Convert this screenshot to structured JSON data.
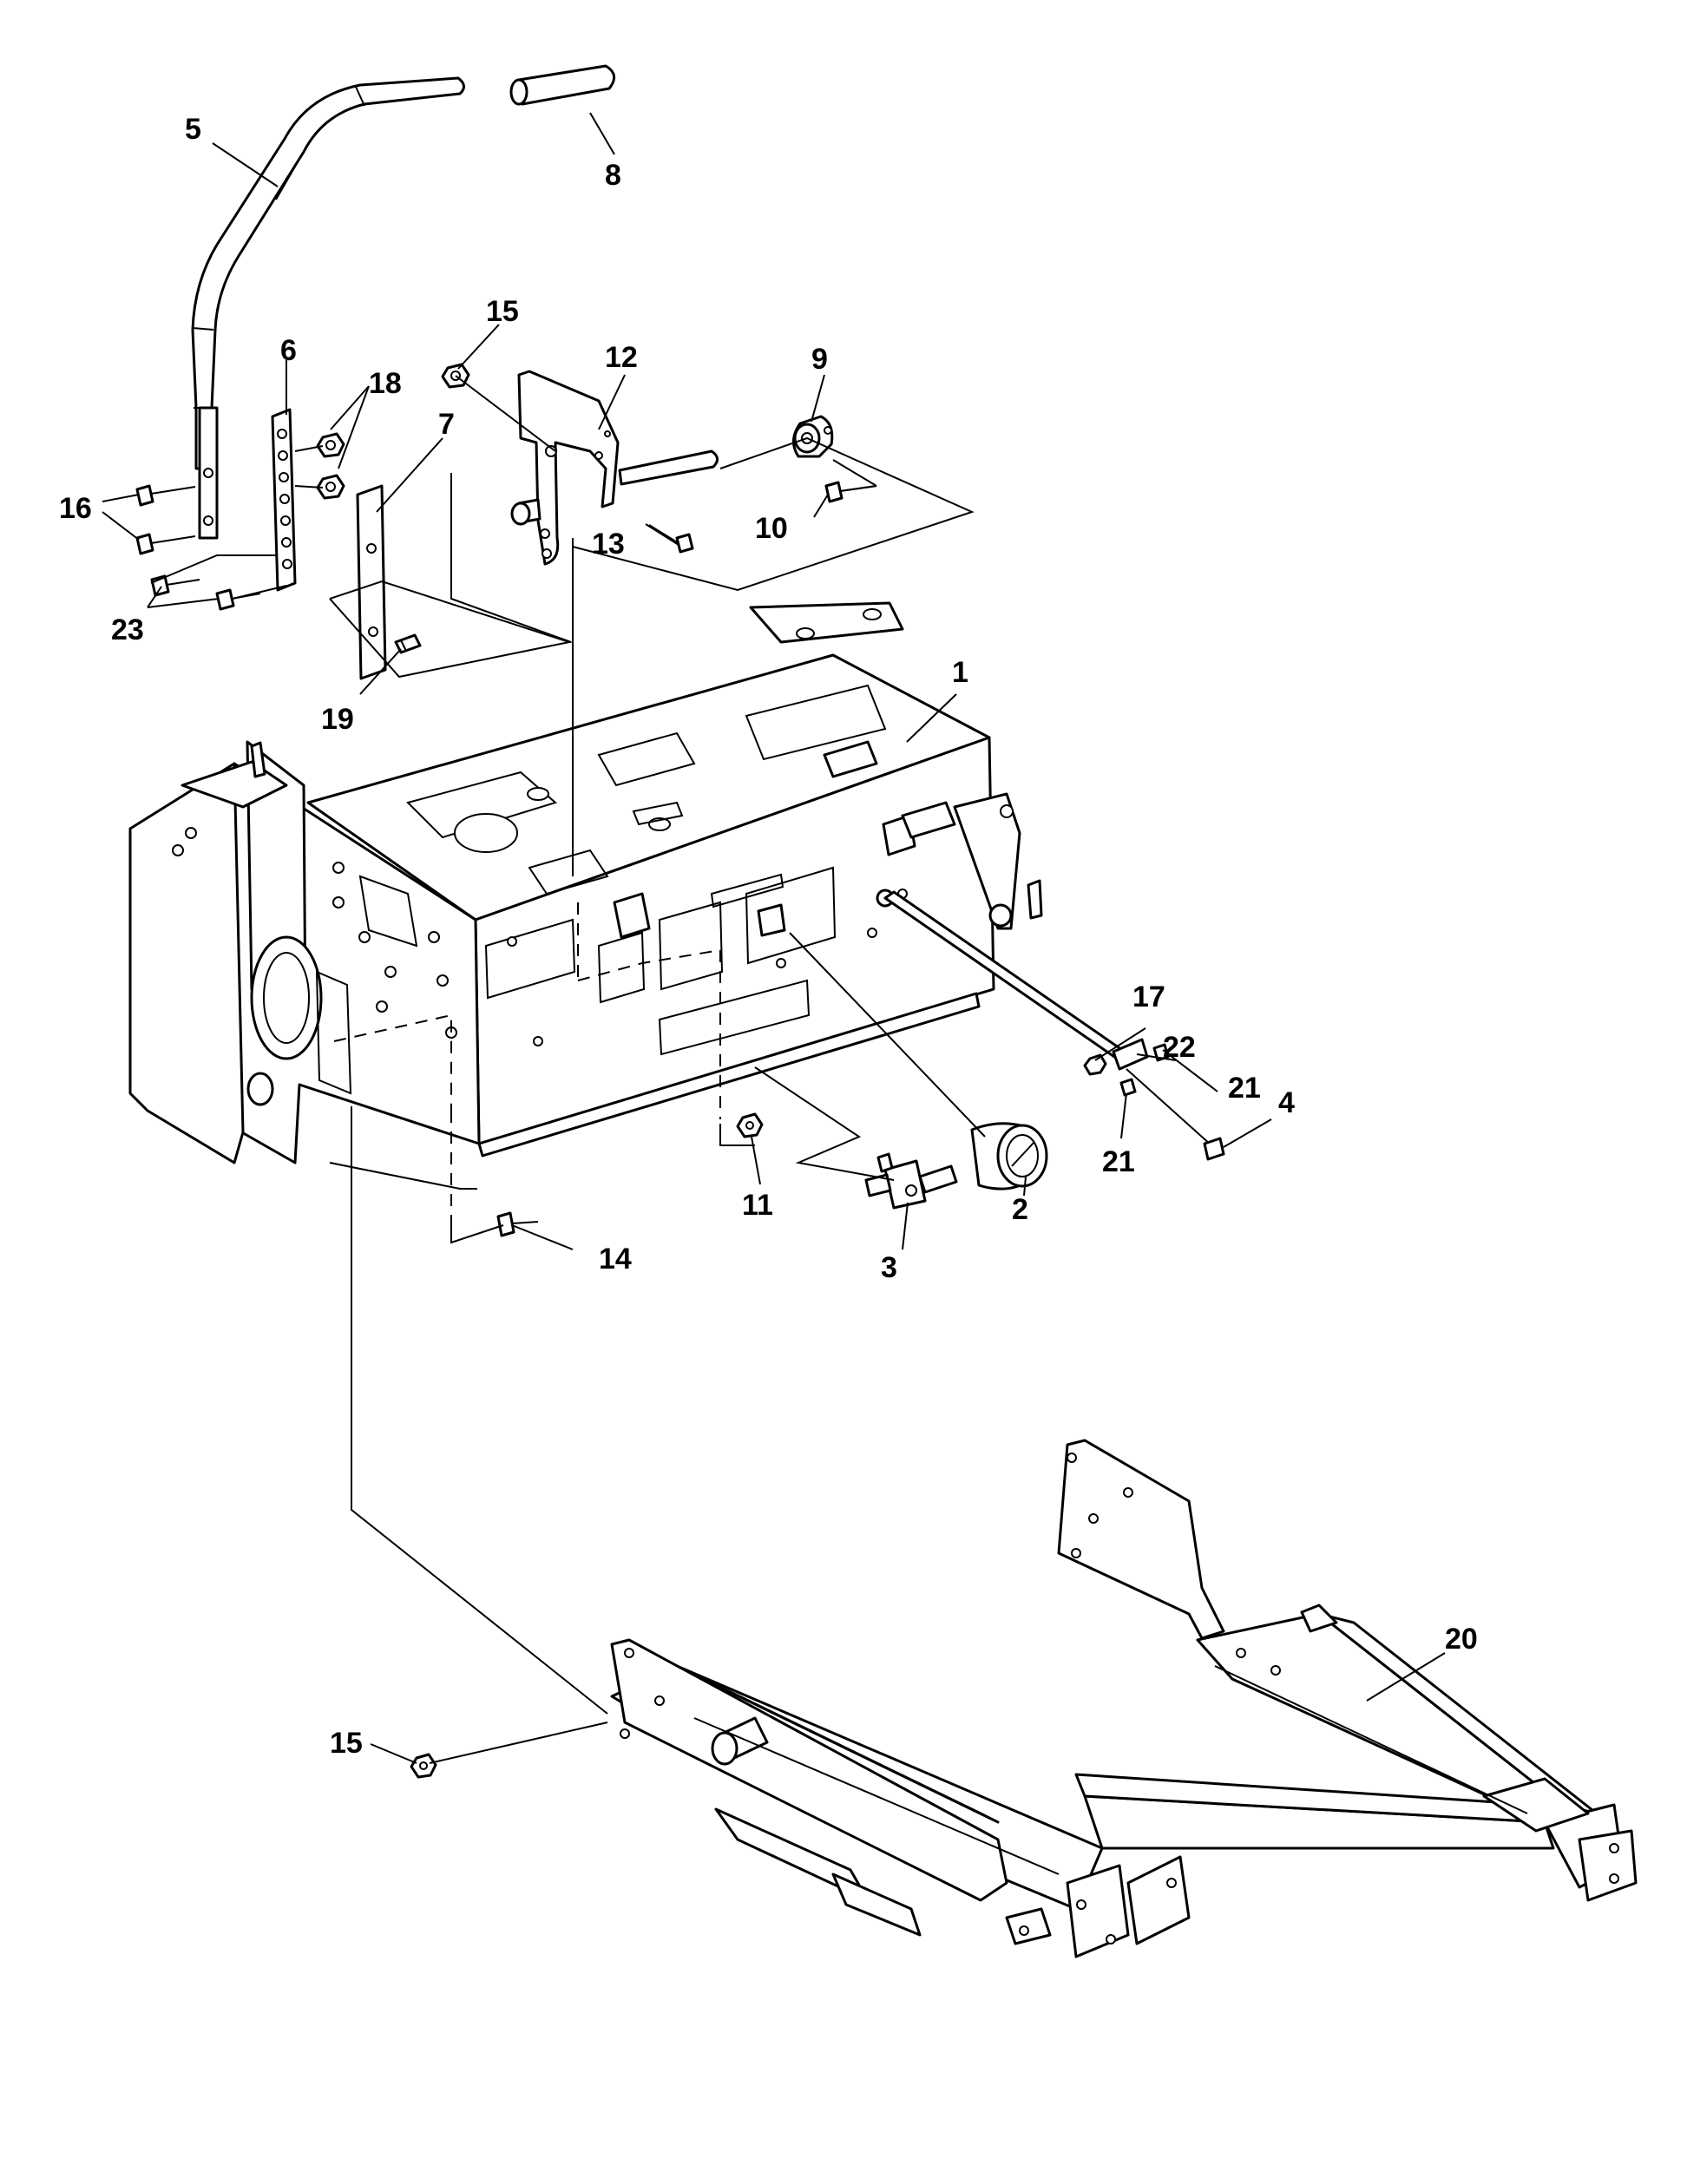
{
  "callouts": {
    "c1": "1",
    "c2": "2",
    "c3": "3",
    "c4": "4",
    "c5": "5",
    "c6": "6",
    "c7": "7",
    "c8": "8",
    "c9": "9",
    "c10": "10",
    "c11": "11",
    "c12": "12",
    "c13": "13",
    "c14": "14",
    "c15a": "15",
    "c15b": "15",
    "c16": "16",
    "c17": "17",
    "c18": "18",
    "c19": "19",
    "c20": "20",
    "c21a": "21",
    "c21b": "21",
    "c22": "22",
    "c23": "23"
  }
}
